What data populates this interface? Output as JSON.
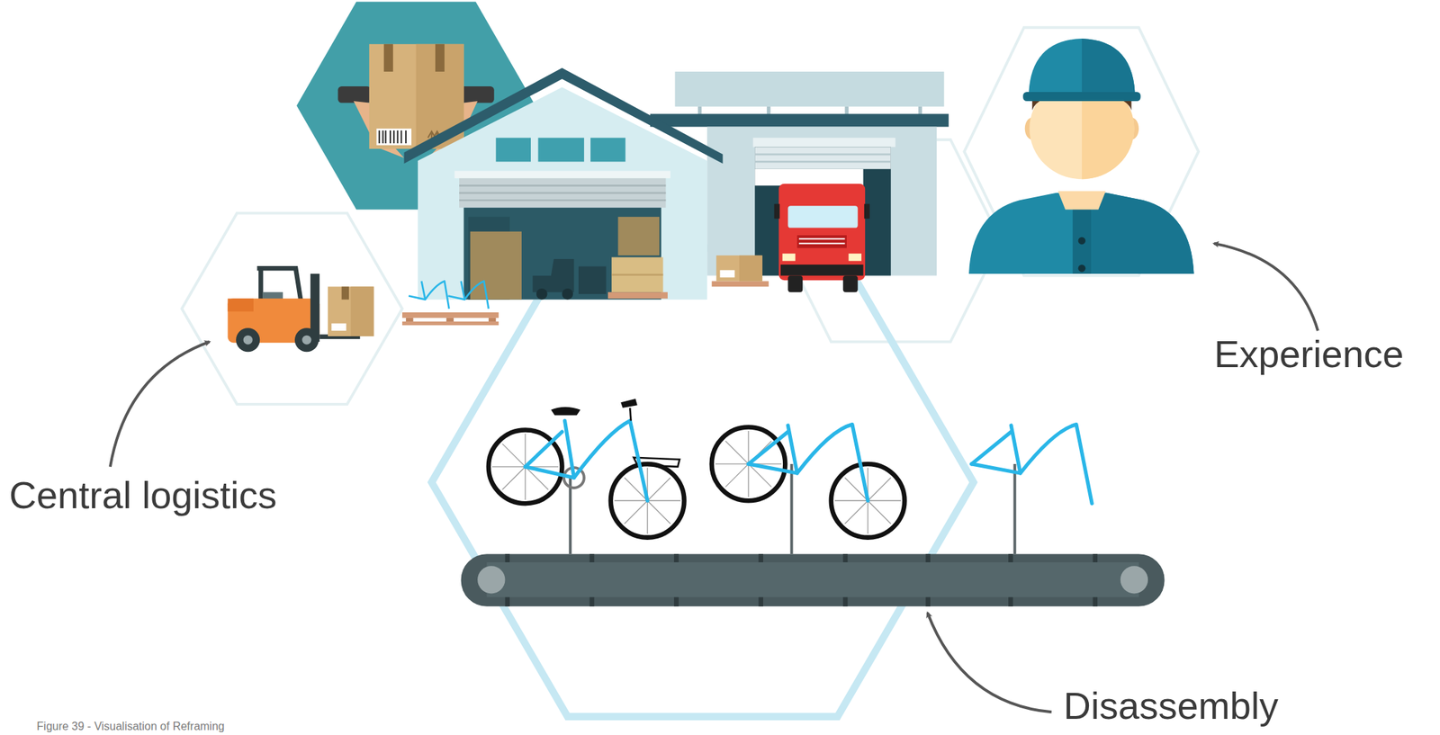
{
  "diagram": {
    "caption": "Figure 39 - Visualisation of Reframing",
    "labels": [
      "Central logistics",
      "Experience",
      "Disassembly"
    ]
  }
}
